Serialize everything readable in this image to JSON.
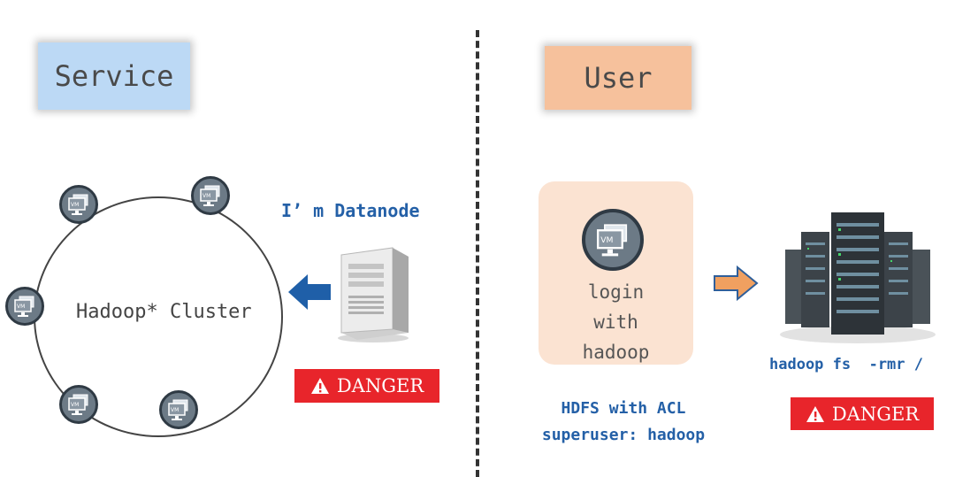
{
  "left_panel": {
    "title": "Service",
    "cluster_label": "Hadoop* Cluster",
    "datanode_label": "I’ m Datanode",
    "danger_label": "DANGER",
    "vm_label": "VM"
  },
  "right_panel": {
    "title": "User",
    "login_lines": [
      "login",
      "with",
      "hadoop"
    ],
    "hdfs_lines": [
      "HDFS with ACL",
      "superuser: hadoop"
    ],
    "command": "hadoop fs  -rmr /",
    "danger_label": "DANGER",
    "vm_label": "VM"
  },
  "colors": {
    "service_box": "#bcd9f5",
    "user_box": "#f6c19c",
    "danger": "#e8252b",
    "accent_blue": "#2460a7",
    "arrow_orange": "#f0a060",
    "arrow_blue": "#1f5fa8"
  },
  "icons": {
    "vm": "vm-monitor-icon",
    "server": "tower-server-icon",
    "rack": "server-rack-icon",
    "warning": "warning-triangle-icon",
    "arrow_left": "arrow-left-icon",
    "arrow_right": "arrow-right-icon"
  }
}
